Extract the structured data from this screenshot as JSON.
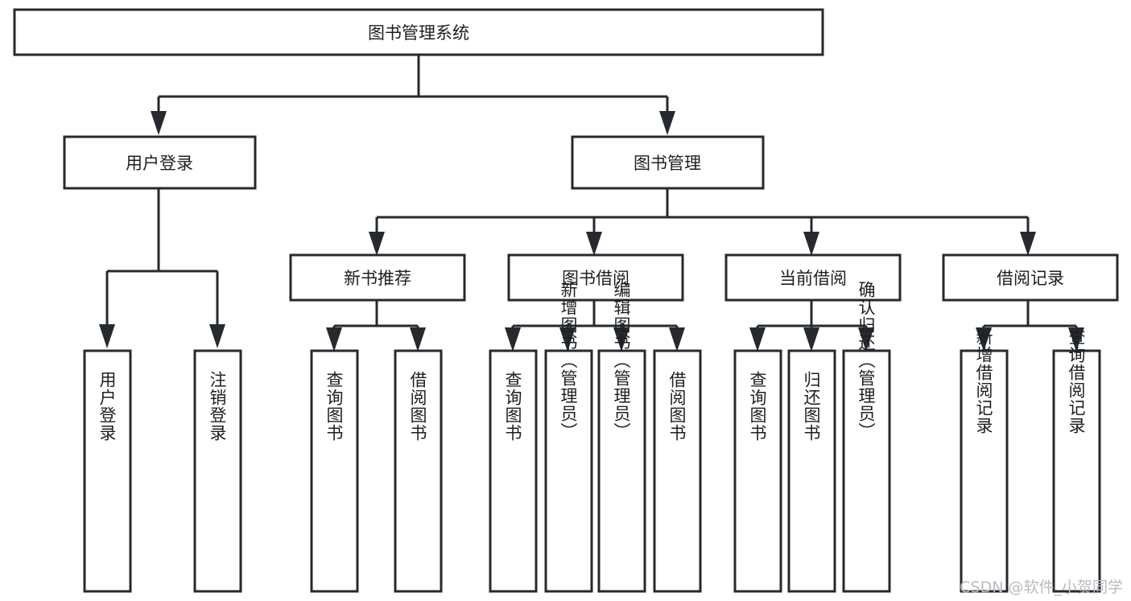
{
  "diagram": {
    "type": "tree-hierarchy",
    "title": "图书管理系统",
    "watermark": "CSDN @软件_小贺同学",
    "colors": {
      "box_stroke": "#26292d",
      "box_fill": "#ffffff",
      "connector": "#26292d",
      "text": "#1c1f22",
      "watermark": "#b9bcc0",
      "background": "#ffffff"
    },
    "root": {
      "label": "图书管理系统",
      "orientation": "horizontal"
    },
    "level2": [
      {
        "label": "用户登录",
        "orientation": "horizontal"
      },
      {
        "label": "图书管理",
        "orientation": "horizontal"
      }
    ],
    "level3": [
      {
        "label": "新书推荐",
        "orientation": "horizontal",
        "parent": "图书管理"
      },
      {
        "label": "图书借阅",
        "orientation": "horizontal",
        "parent": "图书管理"
      },
      {
        "label": "当前借阅",
        "orientation": "horizontal",
        "parent": "图书管理"
      },
      {
        "label": "借阅记录",
        "orientation": "horizontal",
        "parent": "图书管理"
      }
    ],
    "leaves": [
      {
        "label": "用户登录",
        "orientation": "vertical",
        "parent": "用户登录"
      },
      {
        "label": "注销登录",
        "orientation": "vertical",
        "parent": "用户登录"
      },
      {
        "label": "查询图书",
        "orientation": "vertical",
        "parent": "新书推荐"
      },
      {
        "label": "借阅图书",
        "orientation": "vertical",
        "parent": "新书推荐"
      },
      {
        "label": "查询图书",
        "orientation": "vertical",
        "parent": "图书借阅"
      },
      {
        "label": "新增图书（管理员）",
        "orientation": "vertical",
        "parent": "图书借阅"
      },
      {
        "label": "编辑图书（管理员）",
        "orientation": "vertical",
        "parent": "图书借阅"
      },
      {
        "label": "借阅图书",
        "orientation": "vertical",
        "parent": "图书借阅"
      },
      {
        "label": "查询图书",
        "orientation": "vertical",
        "parent": "当前借阅"
      },
      {
        "label": "归还图书",
        "orientation": "vertical",
        "parent": "当前借阅"
      },
      {
        "label": "确认归还（管理员）",
        "orientation": "vertical",
        "parent": "当前借阅"
      },
      {
        "label": "新增借阅记录",
        "orientation": "vertical",
        "parent": "借阅记录"
      },
      {
        "label": "查询借阅记录",
        "orientation": "vertical",
        "parent": "借阅记录"
      }
    ]
  }
}
